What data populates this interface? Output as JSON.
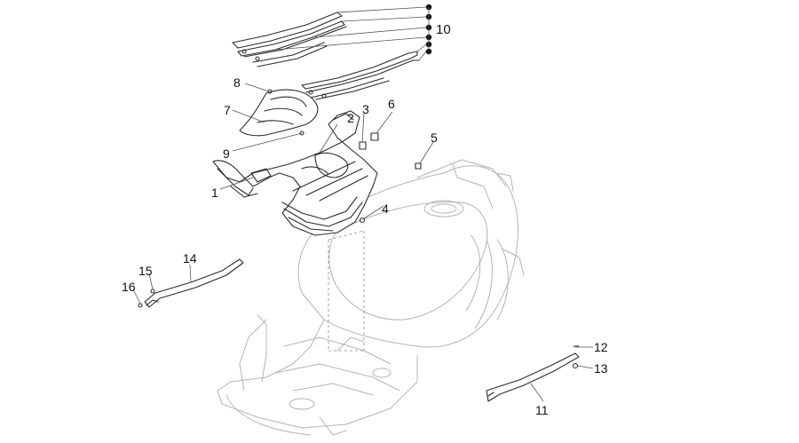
{
  "callouts": {
    "c1": "1",
    "c2": "2",
    "c3": "3",
    "c4": "4",
    "c5": "5",
    "c6": "6",
    "c7": "7",
    "c8": "8",
    "c9": "9",
    "c10": "10",
    "c11": "11",
    "c12": "12",
    "c13": "13",
    "c14": "14",
    "c15": "15",
    "c16": "16"
  },
  "colors": {
    "ink": "#2b2b2b",
    "frame": "#b4b4b4",
    "background": "#ffffff"
  }
}
